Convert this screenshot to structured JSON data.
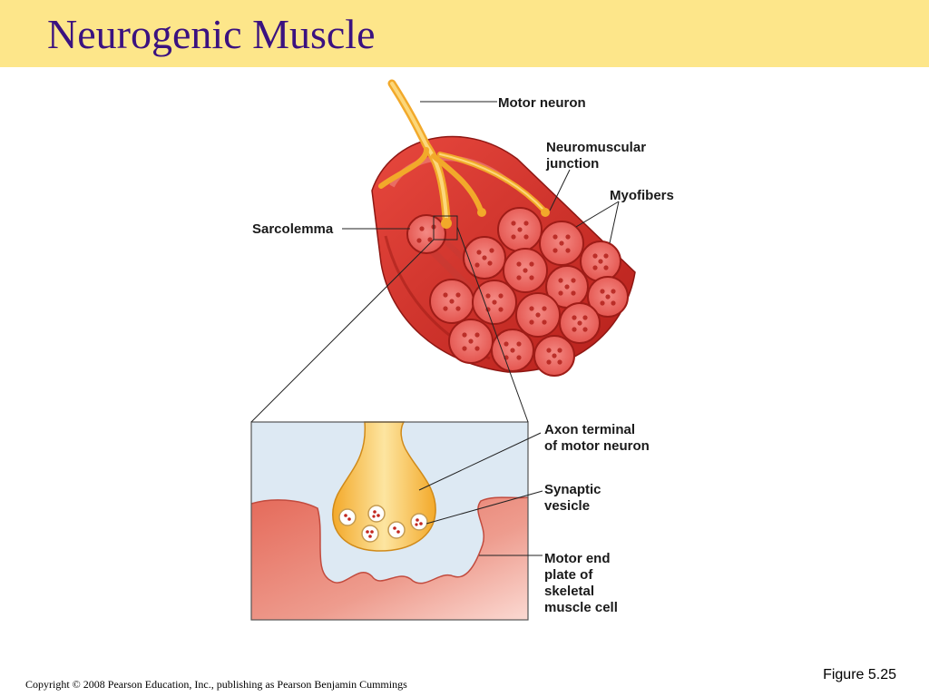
{
  "slide": {
    "title": "Neurogenic Muscle",
    "figure_number": "Figure 5.25",
    "copyright": "Copyright © 2008 Pearson Education, Inc., publishing as Pearson Benjamin Cummings"
  },
  "diagram": {
    "labels": {
      "motor_neuron": "Motor neuron",
      "nmj_line1": "Neuromuscular",
      "nmj_line2": "junction",
      "myofibers": "Myofibers",
      "sarcolemma": "Sarcolemma",
      "axon_line1": "Axon terminal",
      "axon_line2": "of motor neuron",
      "vesicle_line1": "Synaptic",
      "vesicle_line2": "vesicle",
      "endplate_line1": "Motor end",
      "endplate_line2": "plate of",
      "endplate_line3": "skeletal",
      "endplate_line4": "muscle cell"
    },
    "colors": {
      "title_bar": "#fde68a",
      "title_text": "#3b1280",
      "muscle_red": "#d9342b",
      "myofiber_pink": "#ef6b6b",
      "nerve_yellow": "#f6b93b",
      "inset_blue": "#dde9f3",
      "inset_muscle": "#e9897a"
    }
  }
}
